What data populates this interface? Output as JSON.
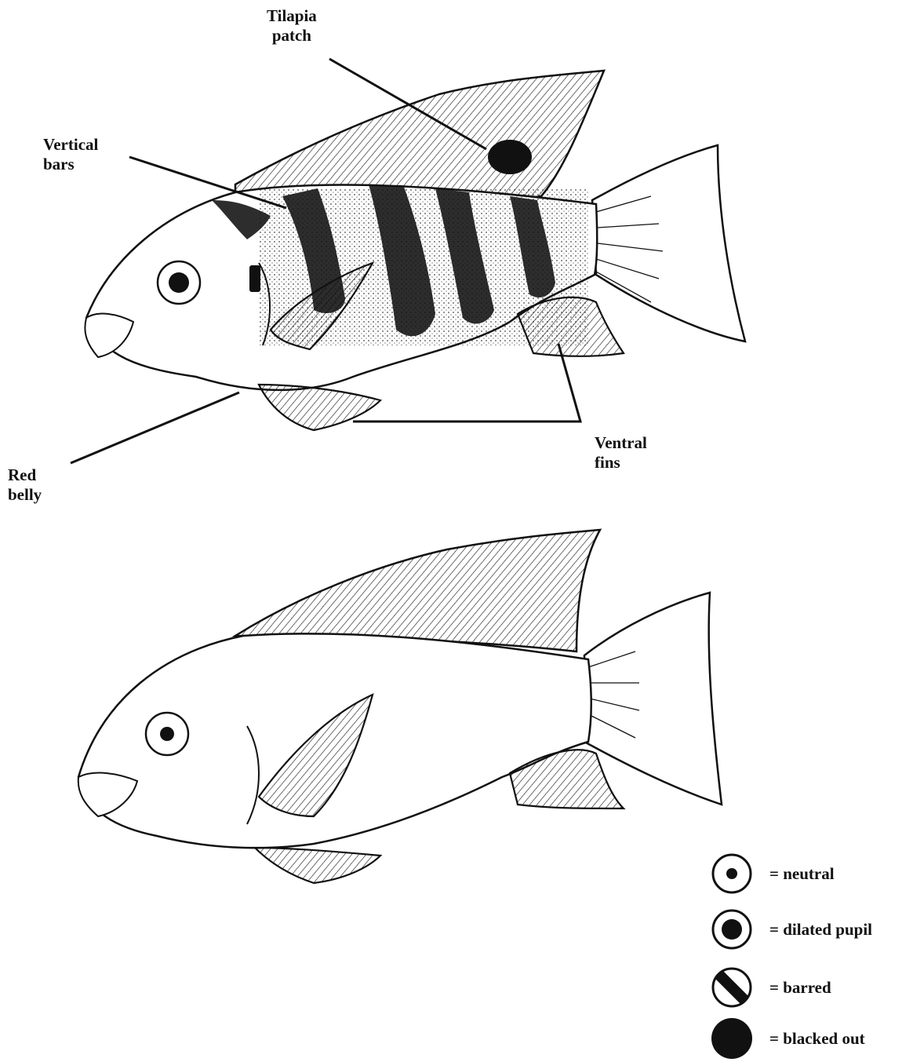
{
  "labels": {
    "tilapia_patch": [
      "Tilapia",
      "patch"
    ],
    "vertical_bars": [
      "Vertical",
      "bars"
    ],
    "ventral_fins": [
      "Ventral",
      "fins"
    ],
    "red_belly": [
      "Red",
      "belly"
    ]
  },
  "legend": [
    {
      "symbol": "neutral-eye-icon",
      "text": "= neutral"
    },
    {
      "symbol": "dilated-pupil-eye-icon",
      "text": "= dilated pupil"
    },
    {
      "symbol": "barred-eye-icon",
      "text": "= barred"
    },
    {
      "symbol": "blacked-out-eye-icon",
      "text": "= blacked out"
    }
  ],
  "colors": {
    "ink": "#111111",
    "paper": "#ffffff"
  }
}
